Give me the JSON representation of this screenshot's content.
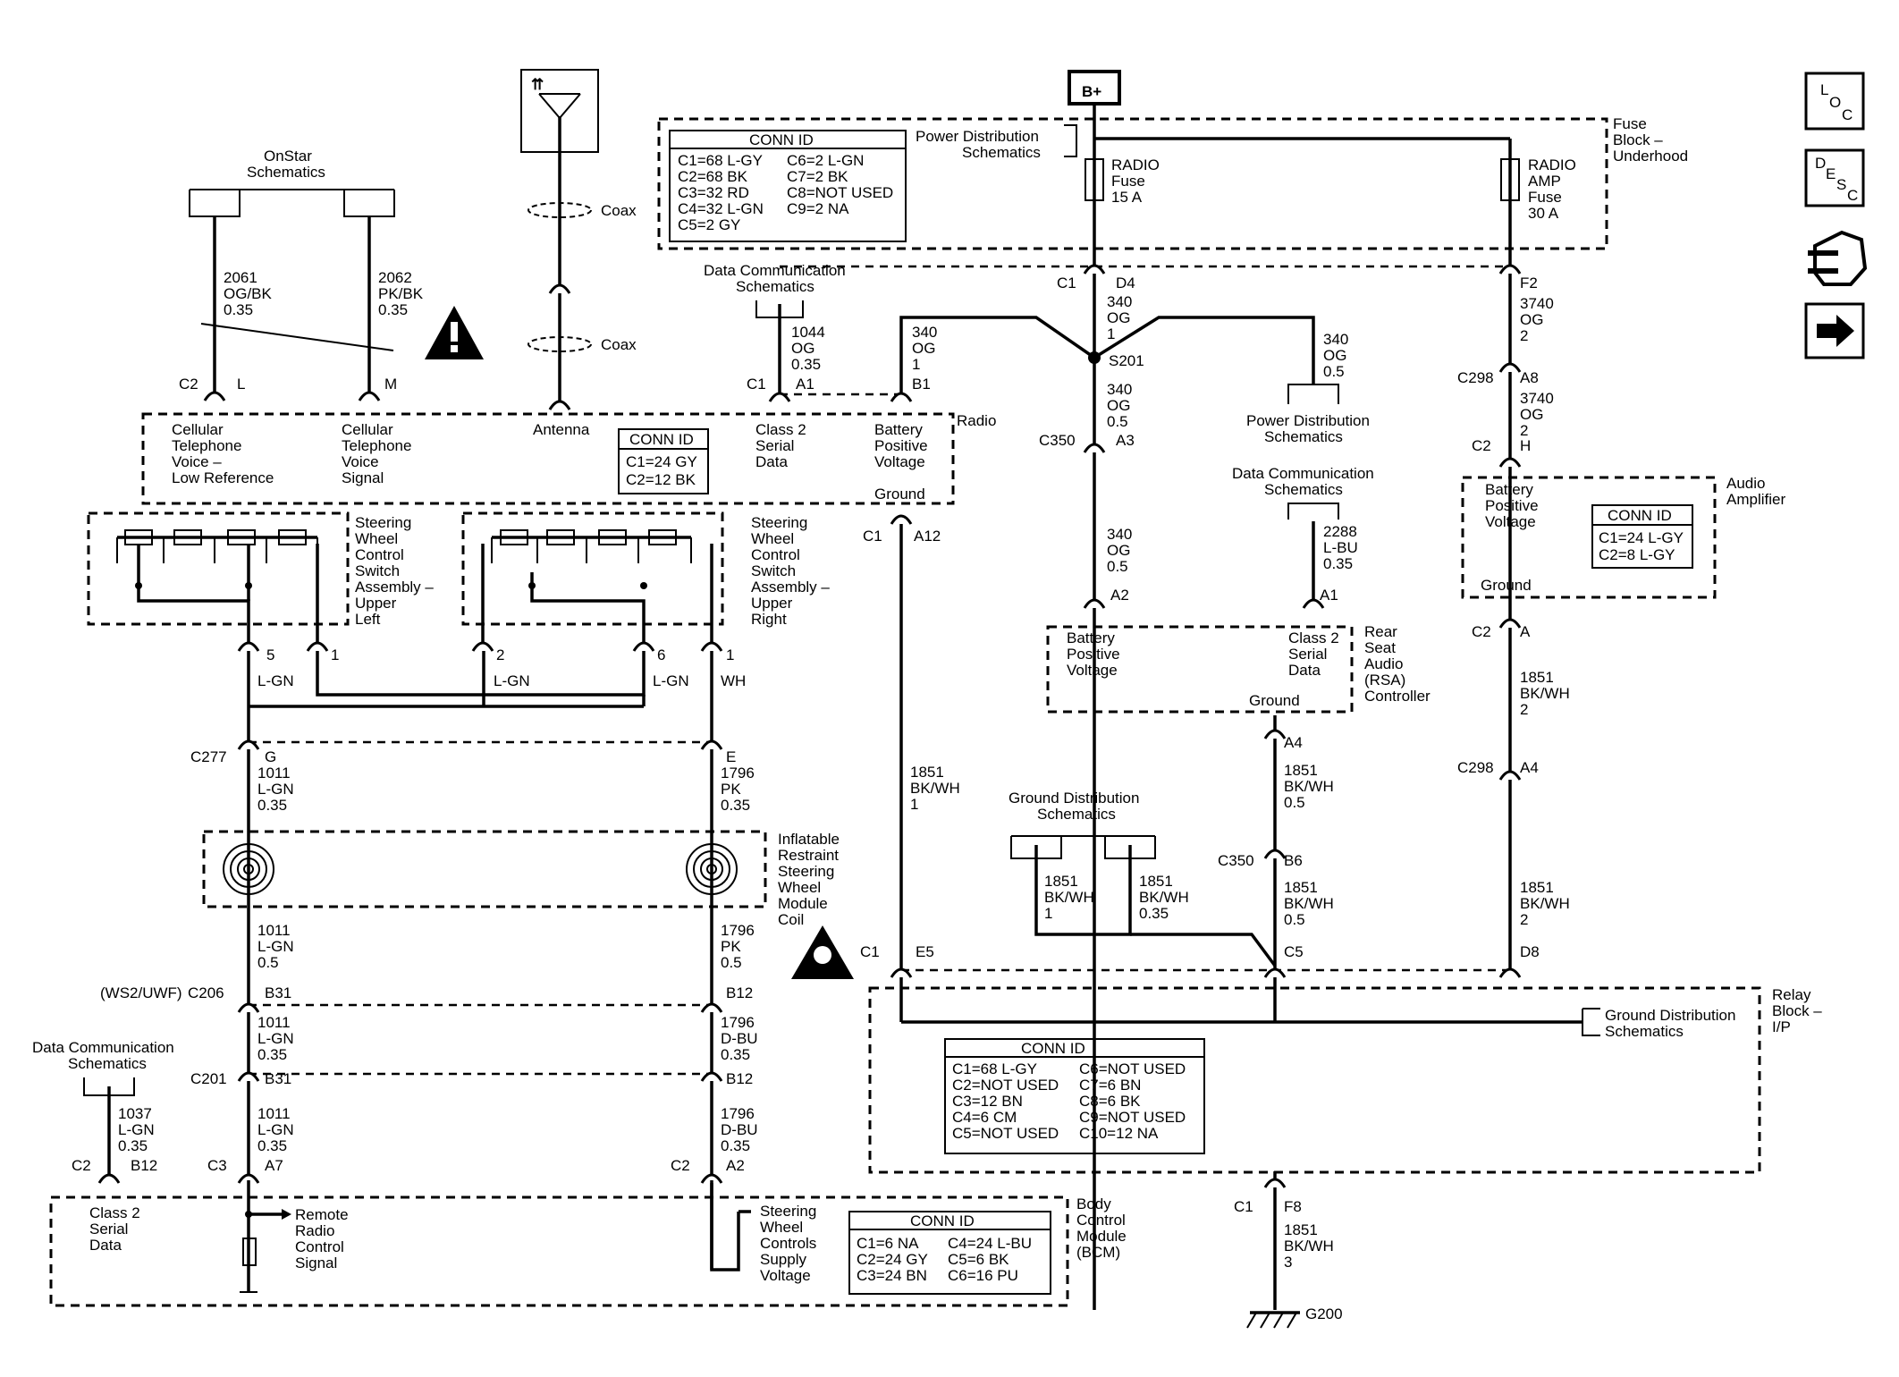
{
  "onstar": {
    "label1": "OnStar",
    "label2": "Schematics"
  },
  "wires": {
    "w2061": [
      "2061",
      "OG/BK",
      "0.35"
    ],
    "w2062": [
      "2062",
      "PK/BK",
      "0.35"
    ],
    "w1044": [
      "1044",
      "OG",
      "0.35"
    ],
    "w340b1": [
      "340",
      "OG",
      "1"
    ],
    "w340d4": [
      "340",
      "OG",
      "1"
    ],
    "w340r": [
      "340",
      "OG",
      "0.5"
    ],
    "w340s": [
      "340",
      "OG",
      "0.5"
    ],
    "w340a2": [
      "340",
      "OG",
      "0.5"
    ],
    "w3740a": [
      "3740",
      "OG",
      "2"
    ],
    "w3740b": [
      "3740",
      "OG",
      "2"
    ],
    "w2288": [
      "2288",
      "L-BU",
      "0.35"
    ],
    "w1851a12": [
      "1851",
      "BK/WH",
      "1"
    ],
    "w1851rsa": [
      "1851",
      "BK/WH",
      "0.5"
    ],
    "w1851b6": [
      "1851",
      "BK/WH",
      "0.5"
    ],
    "w1851amp": [
      "1851",
      "BK/WH",
      "2"
    ],
    "w1851d8": [
      "1851",
      "BK/WH",
      "2"
    ],
    "w1851g1": [
      "1851",
      "BK/WH",
      "1"
    ],
    "w1851g2": [
      "1851",
      "BK/WH",
      "0.35"
    ],
    "w1851f8": [
      "1851",
      "BK/WH",
      "3"
    ],
    "w1011a": [
      "1011",
      "L-GN",
      "0.35"
    ],
    "w1011b": [
      "1011",
      "L-GN",
      "0.5"
    ],
    "w1011c": [
      "1011",
      "L-GN",
      "0.35"
    ],
    "w1011d": [
      "1011",
      "L-GN",
      "0.35"
    ],
    "w1796a": [
      "1796",
      "PK",
      "0.35"
    ],
    "w1796b": [
      "1796",
      "PK",
      "0.5"
    ],
    "w1796c": [
      "1796",
      "D-BU",
      "0.35"
    ],
    "w1796d": [
      "1796",
      "D-BU",
      "0.35"
    ],
    "w1037": [
      "1037",
      "L-GN",
      "0.35"
    ]
  },
  "colors": {
    "lgn": "L-GN",
    "wh": "WH"
  },
  "labels": {
    "coax": "Coax",
    "bplus": "B+",
    "pds1": "Power Distribution",
    "pds2": "Schematics",
    "dcs1": "Data Communication",
    "dcs2": "Schematics",
    "gds1": "Ground Distribution",
    "gds2": "Schematics",
    "radioFuse": [
      "RADIO",
      "Fuse",
      "15 A"
    ],
    "ampFuse": [
      "RADIO",
      "AMP",
      "Fuse",
      "30 A"
    ],
    "fuseBlock": [
      "Fuse",
      "Block –",
      "Underhood"
    ],
    "radio": "Radio",
    "cellVoiceLow": [
      "Cellular",
      "Telephone",
      "Voice –",
      "Low Reference"
    ],
    "cellVoiceSig": [
      "Cellular",
      "Telephone",
      "Voice",
      "Signal"
    ],
    "antenna": "Antenna",
    "class2a": [
      "Class 2",
      "Serial",
      "Data"
    ],
    "battPos": [
      "Battery",
      "Positive",
      "Voltage"
    ],
    "ground": "Ground",
    "swcUL": [
      "Steering",
      "Wheel",
      "Control",
      "Switch",
      "Assembly –",
      "Upper",
      "Left"
    ],
    "swcUR": [
      "Steering",
      "Wheel",
      "Control",
      "Switch",
      "Assembly –",
      "Upper",
      "Right"
    ],
    "coil": [
      "Inflatable",
      "Restraint",
      "Steering",
      "Wheel",
      "Module",
      "Coil"
    ],
    "rsa": [
      "Rear",
      "Seat",
      "Audio",
      "(RSA)",
      "Controller"
    ],
    "rsaBatt": [
      "Battery",
      "Positive",
      "Voltage"
    ],
    "rsaClass2": [
      "Class 2",
      "Serial",
      "Data"
    ],
    "ampBatt": [
      "Battery",
      "Positive",
      "Voltage"
    ],
    "amp": [
      "Audio",
      "Amplifier"
    ],
    "relay": [
      "Relay",
      "Block –",
      "I/P"
    ],
    "bcm": [
      "Body",
      "Control",
      "Module",
      "(BCM)"
    ],
    "bcmClass2": [
      "Class 2",
      "Serial",
      "Data"
    ],
    "remote": [
      "Remote",
      "Radio",
      "Control",
      "Signal"
    ],
    "swcSupply": [
      "Steering",
      "Wheel",
      "Controls",
      "Supply",
      "Voltage"
    ],
    "g200": "G200",
    "s201": "S201",
    "ws2": "(WS2/UWF)"
  },
  "connectors": {
    "c2": "C2",
    "c1": "C1",
    "c3": "C3",
    "c350": "C350",
    "c298": "C298",
    "c277": "C277",
    "c206": "C206",
    "c201": "C201",
    "pL": "L",
    "pM": "M",
    "pA1": "A1",
    "pB1": "B1",
    "pD4": "D4",
    "pF2": "F2",
    "pA8": "A8",
    "pH": "H",
    "pA3": "A3",
    "pA2": "A2",
    "pA12": "A12",
    "pA": "A",
    "pA4": "A4",
    "pB6": "B6",
    "pC5": "C5",
    "pE5": "E5",
    "pD8": "D8",
    "pF8": "F8",
    "p5": "5",
    "p1": "1",
    "p2": "2",
    "p6": "6",
    "pG": "G",
    "pE": "E",
    "pB31": "B31",
    "pB12": "B12",
    "pA7": "A7"
  },
  "conn_ids": {
    "fuse": {
      "title": "CONN ID",
      "left": [
        "C1=68 L-GY",
        "C2=68 BK",
        "C3=32 RD",
        "C4=32 L-GN",
        "C5=2 GY"
      ],
      "right": [
        "C6=2 L-GN",
        "C7=2 BK",
        "C8=NOT USED",
        "C9=2 NA"
      ]
    },
    "radio": {
      "title": "CONN ID",
      "left": [
        "C1=24 GY",
        "C2=12 BK"
      ]
    },
    "amp": {
      "title": "CONN ID",
      "left": [
        "C1=24 L-GY",
        "C2=8 L-GY"
      ]
    },
    "relay": {
      "title": "CONN ID",
      "left": [
        "C1=68 L-GY",
        "C2=NOT USED",
        "C3=12 BN",
        "C4=6 CM",
        "C5=NOT USED"
      ],
      "right": [
        "C6=NOT USED",
        "C7=6 BN",
        "C8=6 BK",
        "C9=NOT USED",
        "C10=12 NA"
      ]
    },
    "bcm": {
      "title": "CONN ID",
      "left": [
        "C1=6 NA",
        "C2=24 GY",
        "C3=24 BN"
      ],
      "right": [
        "C4=24 L-BU",
        "C5=6 BK",
        "C6=16 PU"
      ]
    }
  },
  "nav": {
    "loc": [
      "L",
      "O",
      "C"
    ],
    "desc": [
      "D",
      "E",
      "S",
      "C"
    ],
    "icon_names": [
      "loc-icon",
      "desc-icon",
      "connector-icon",
      "next-arrow-icon"
    ]
  }
}
